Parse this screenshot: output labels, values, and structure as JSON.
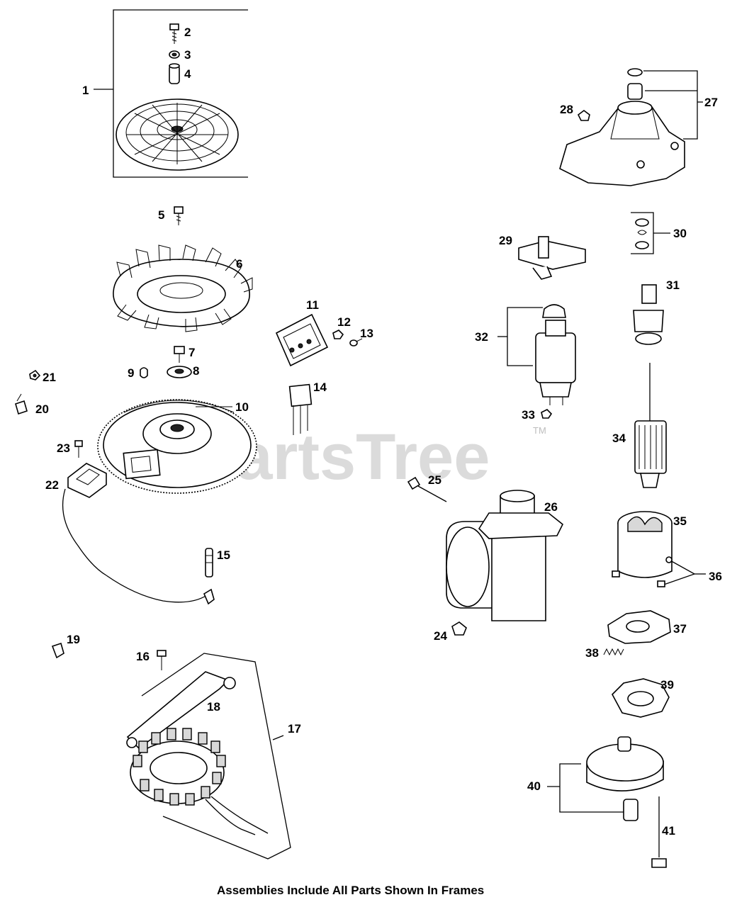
{
  "watermark": {
    "text": "PartsTree",
    "tm": "TM"
  },
  "footer": {
    "note": "Assemblies Include All Parts Shown In Frames"
  },
  "callouts": {
    "c1": "1",
    "c2": "2",
    "c3": "3",
    "c4": "4",
    "c5": "5",
    "c6": "6",
    "c7": "7",
    "c8": "8",
    "c9": "9",
    "c10": "10",
    "c11": "11",
    "c12": "12",
    "c13": "13",
    "c14": "14",
    "c15": "15",
    "c16": "16",
    "c17": "17",
    "c18": "18",
    "c19": "19",
    "c20": "20",
    "c21": "21",
    "c22": "22",
    "c23": "23",
    "c24": "24",
    "c25": "25",
    "c26": "26",
    "c27": "27",
    "c28": "28",
    "c29": "29",
    "c30": "30",
    "c31": "31",
    "c32": "32",
    "c33": "33",
    "c34": "34",
    "c35": "35",
    "c36": "36",
    "c37": "37",
    "c38": "38",
    "c39": "39",
    "c40": "40",
    "c41": "41"
  }
}
